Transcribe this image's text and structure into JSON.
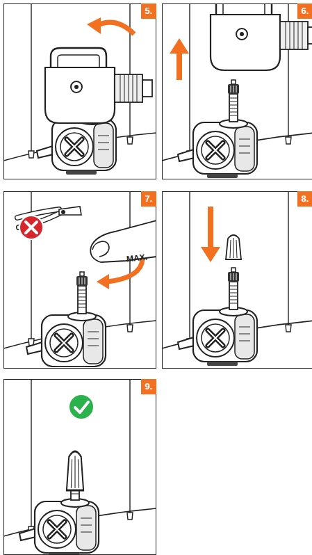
{
  "diagram": {
    "nodes": [
      {
        "text": [
          "5."
        ]
      },
      {
        "text": [
          "6."
        ]
      },
      {
        "text": [
          "7."
        ]
      },
      {
        "text": [
          "8."
        ]
      },
      {
        "text": [
          "9."
        ]
      }
    ],
    "labels": [
      "MAX."
    ]
  }
}
